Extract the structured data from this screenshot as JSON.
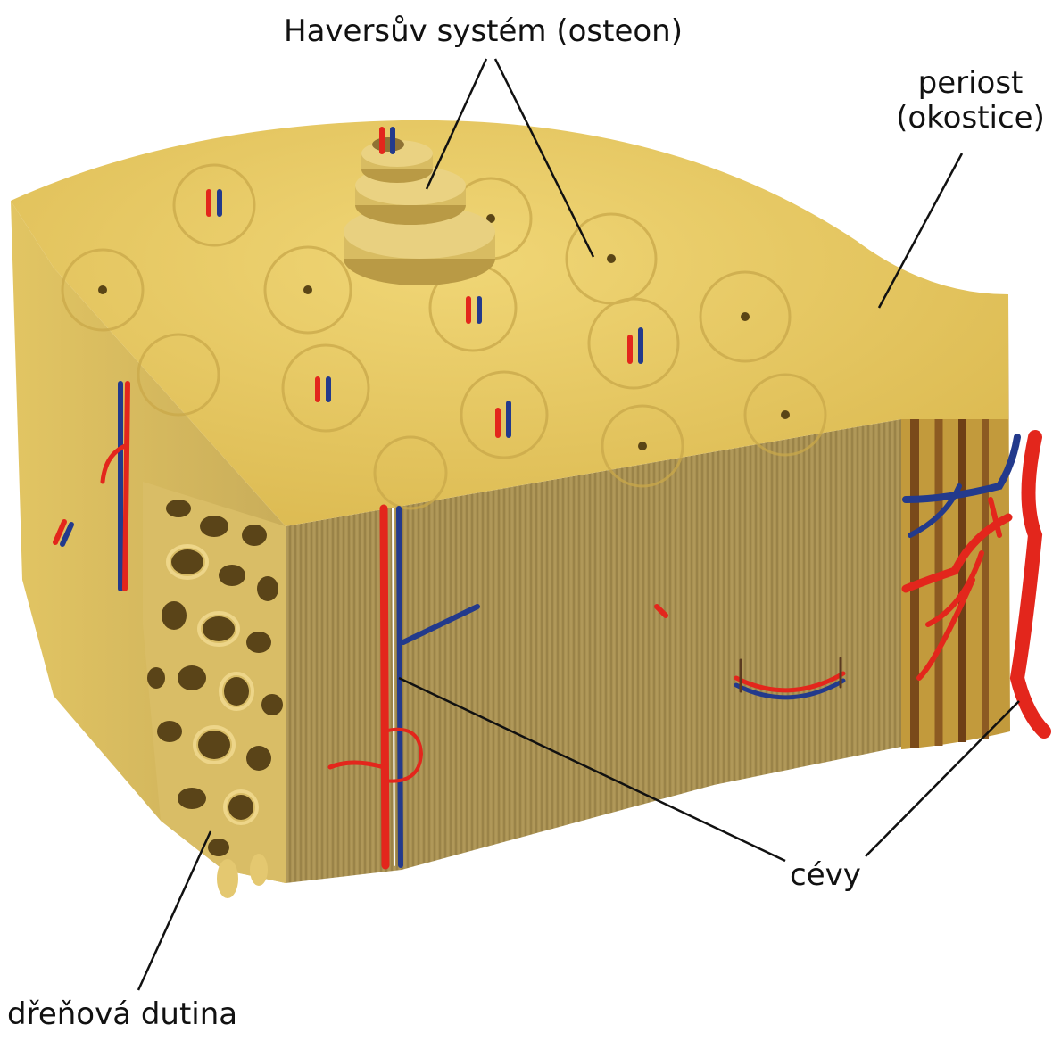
{
  "labels": {
    "haversian": "Haversův systém (osteon)",
    "periost_line1": "periost",
    "periost_line2": "(okostice)",
    "vessels": "cévy",
    "marrow_cavity": "dřeňová dutina"
  },
  "colors": {
    "bone_top": "#e7c85e",
    "bone_front": "#a99152",
    "bone_light": "#f1d985",
    "artery": "#e3261c",
    "vein": "#233a8c",
    "pointer": "#111111"
  }
}
